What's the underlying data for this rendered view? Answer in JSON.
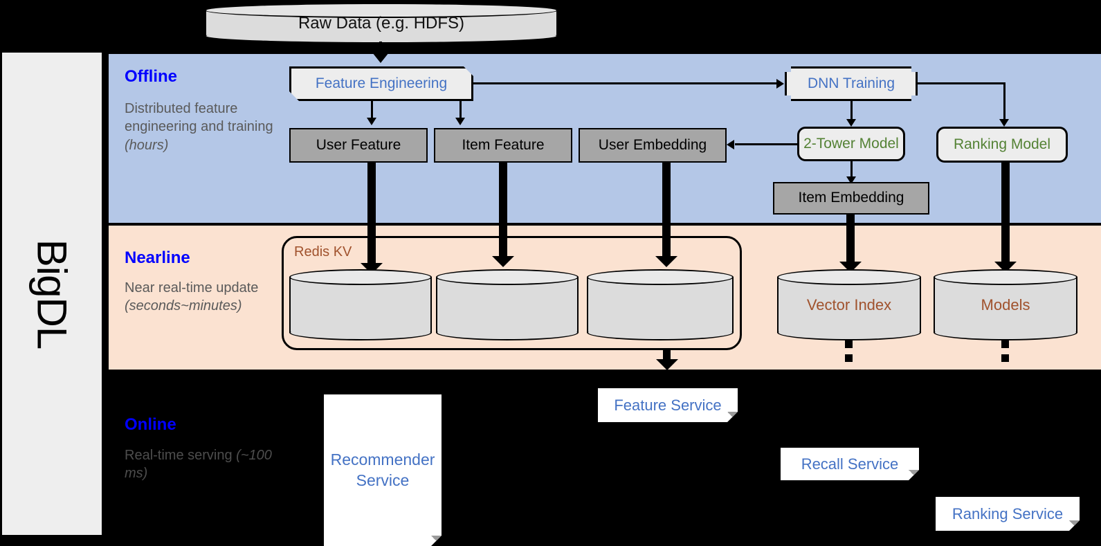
{
  "sidebar": {
    "label": "BigDL"
  },
  "source": {
    "label": "Raw Data (e.g. HDFS)"
  },
  "bands": {
    "offline": {
      "title": "Offline",
      "desc_line1": "Distributed feature engineering and training ",
      "desc_em": "(hours)"
    },
    "nearline": {
      "title": "Nearline",
      "desc_line1": "Near real-time update ",
      "desc_em": "(seconds~minutes)"
    },
    "online": {
      "title": "Online",
      "desc_line1": "Real-time serving ",
      "desc_em": "(~100 ms)"
    }
  },
  "offline_nodes": {
    "feature_engineering": "Feature Engineering",
    "dnn_training": "DNN Training",
    "user_feature": "User Feature",
    "item_feature": "Item Feature",
    "user_embedding": "User Embedding",
    "two_tower_model": "2-Tower Model",
    "ranking_model": "Ranking Model",
    "item_embedding": "Item Embedding"
  },
  "nearline_nodes": {
    "redis_kv": "Redis KV",
    "store_user_feature": "",
    "store_item_feature": "",
    "store_user_embedding": "",
    "vector_index": "Vector Index",
    "models": "Models"
  },
  "online_nodes": {
    "recommender_service": "Recommender Service",
    "feature_service": "Feature Service",
    "recall_service": "Recall Service",
    "ranking_service": "Ranking Service"
  },
  "colors": {
    "offline_band": "#b4c7e7",
    "nearline_band": "#fbe2d1",
    "online_band": "#000000",
    "band_title": "#0000FF",
    "band_desc": "#5a5a5a",
    "process_text_blue": "#4472c4",
    "model_text_green": "#548235",
    "store_text_brown": "#a0522d",
    "gray_box": "#a6a6a6",
    "sidebar": "#eeeeee"
  }
}
